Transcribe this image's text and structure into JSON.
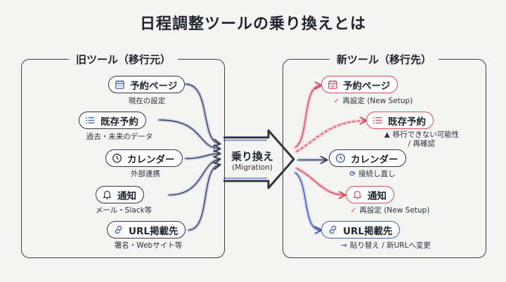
{
  "title": "日程調整ツールの乗り換えとは",
  "left_panel": {
    "title": "旧ツール（移行元）",
    "items": [
      {
        "label": "予約ページ",
        "icon": "calendar-icon",
        "sub": "現在の設定"
      },
      {
        "label": "既存予約",
        "icon": "list-icon",
        "sub": "過去・未来のデータ"
      },
      {
        "label": "カレンダー",
        "icon": "clock-icon",
        "sub": "外部連携"
      },
      {
        "label": "通知",
        "icon": "bell-icon",
        "sub": "メール・Slack等"
      },
      {
        "label": "URL掲載先",
        "icon": "link-icon",
        "sub": "署名・Webサイト等"
      }
    ]
  },
  "center": {
    "label": "乗り換え",
    "sub": "(Migration)"
  },
  "right_panel": {
    "title": "新ツール（移行先）",
    "items": [
      {
        "label": "予約ページ",
        "icon": "calendar-icon",
        "sub": "再設定 (New Setup)",
        "sub_icon": "check-icon",
        "color": "#d94a5e"
      },
      {
        "label": "既存予約",
        "icon": "list-icon",
        "sub": "移行できない可能性",
        "sub2": "/ 再確認",
        "sub_icon": "warning-icon",
        "color": "#d94a5e"
      },
      {
        "label": "カレンダー",
        "icon": "clock-icon",
        "sub": "接続し直し",
        "sub_icon": "sync-icon",
        "color": "#3f5bb5"
      },
      {
        "label": "通知",
        "icon": "bell-icon",
        "sub": "再設定 (New Setup)",
        "sub_icon": "check-icon",
        "color": "#d94a5e"
      },
      {
        "label": "URL掲載先",
        "icon": "link-icon",
        "sub": "貼り替え / 新URLへ変更",
        "sub_icon": "arrow-right-icon",
        "color": "#3f5bb5"
      }
    ]
  }
}
